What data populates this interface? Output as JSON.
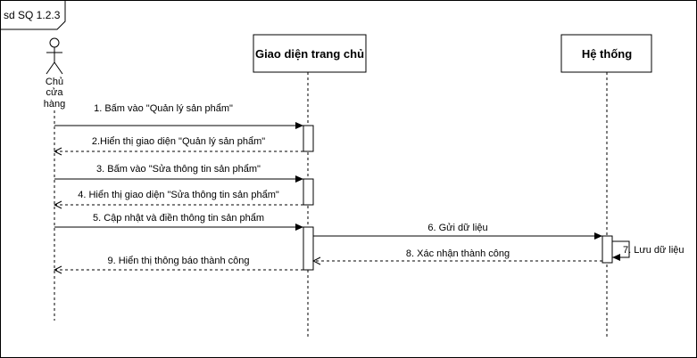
{
  "frame": {
    "label": "sd SQ 1.2.3"
  },
  "actor": {
    "label_lines": [
      "Chủ",
      "cửa",
      "hàng"
    ]
  },
  "lifelines": [
    {
      "title": "Giao diện trang chủ"
    },
    {
      "title": "Hệ thống"
    }
  ],
  "messages": [
    {
      "text": "1. Bấm vào \"Quản lý sản phẩm\"",
      "style": "solid"
    },
    {
      "text": "2.Hiển thị giao diện \"Quản lý sản phẩm\"",
      "style": "dashed"
    },
    {
      "text": "3. Bấm vào \"Sửa thông tin sản phẩm\"",
      "style": "solid"
    },
    {
      "text": "4. Hiển thị giao diện \"Sửa thông tin sản phẩm\"",
      "style": "dashed"
    },
    {
      "text": "5. Cập nhật và điền thông tin sản phẩm",
      "style": "solid"
    },
    {
      "text": "6. Gửi dữ liệu",
      "style": "solid"
    },
    {
      "text": "7. Lưu dữ liệu",
      "style": "self"
    },
    {
      "text": "8. Xác nhận thành công",
      "style": "dashed"
    },
    {
      "text": "9. Hiển thị thông báo thành công",
      "style": "dashed"
    }
  ]
}
